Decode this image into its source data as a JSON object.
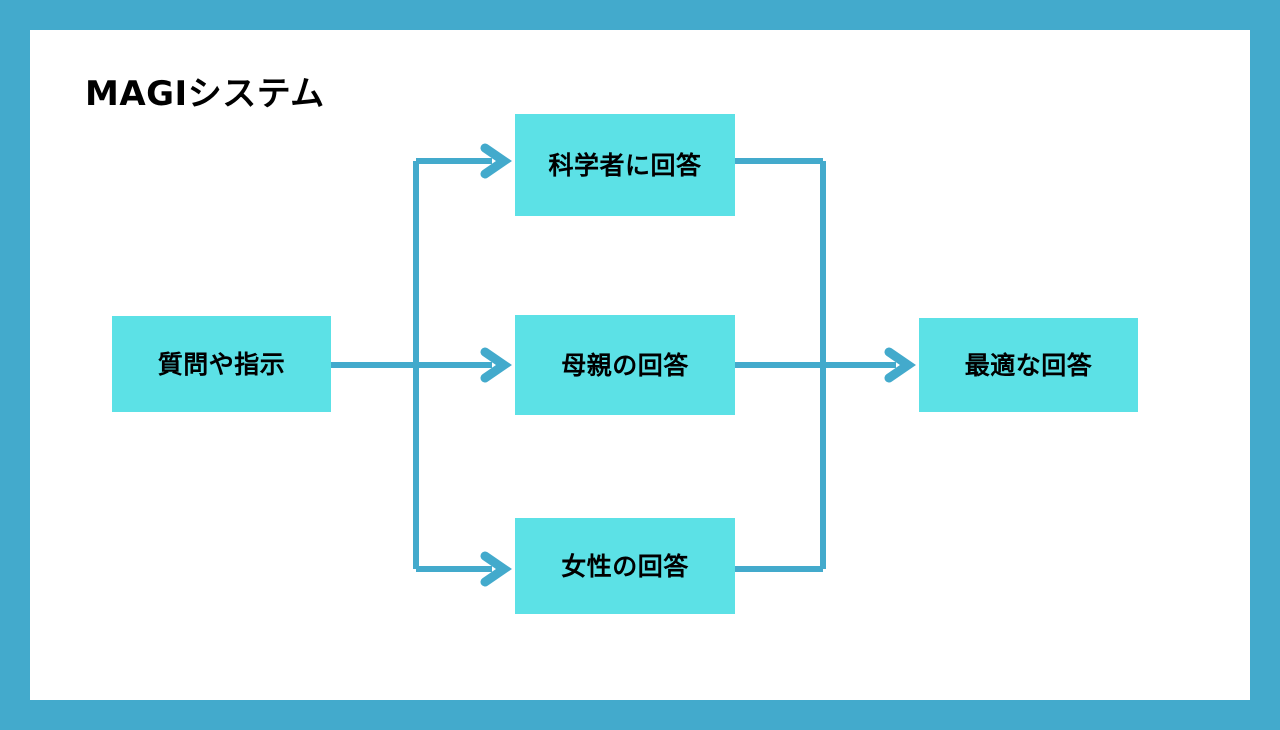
{
  "slide": {
    "title": "MAGIシステム",
    "background_color": "#43aacc",
    "panel_color": "#ffffff",
    "node_fill": "#5ce1e6",
    "connector_color": "#43aacc",
    "text_color": "#000000"
  },
  "diagram": {
    "type": "flowchart",
    "nodes": [
      {
        "id": "input",
        "label": "質問や指示"
      },
      {
        "id": "scientist",
        "label": "科学者に回答"
      },
      {
        "id": "mother",
        "label": "母親の回答"
      },
      {
        "id": "female",
        "label": "女性の回答"
      },
      {
        "id": "output",
        "label": "最適な回答"
      }
    ],
    "edges": [
      {
        "from": "input",
        "to": "scientist"
      },
      {
        "from": "input",
        "to": "mother"
      },
      {
        "from": "input",
        "to": "female"
      },
      {
        "from": "scientist",
        "to": "output"
      },
      {
        "from": "mother",
        "to": "output"
      },
      {
        "from": "female",
        "to": "output"
      }
    ]
  }
}
